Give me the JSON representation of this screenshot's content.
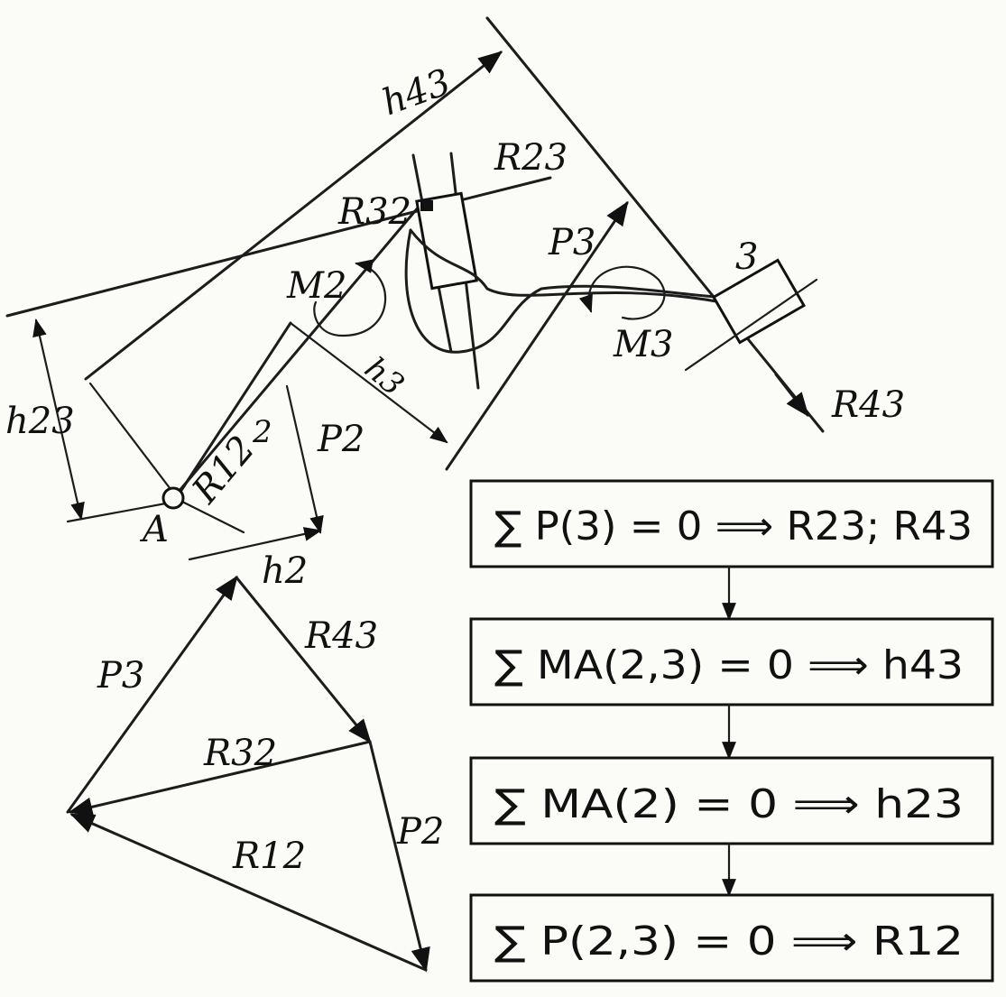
{
  "labels": {
    "h43": "h43",
    "R23": "R23",
    "R32": "R32",
    "P3": "P3",
    "num3": "3",
    "M2": "M2",
    "M3": "M3",
    "h3": "h3",
    "R43": "R43",
    "h23": "h23",
    "num2": "2",
    "R12": "R12",
    "P2": "P2",
    "A": "A",
    "h2": "h2"
  },
  "polygon_labels": {
    "P3": "P3",
    "R43": "R43",
    "R32": "R32",
    "P2": "P2",
    "R12": "R12"
  },
  "equations": [
    "∑ P(3) = 0 ⟹ R23; R43",
    "∑ MA(2,3) = 0 ⟹ h43",
    "∑ MA(2) = 0 ⟹ h23",
    "∑ P(2,3) = 0 ⟹ R12"
  ]
}
